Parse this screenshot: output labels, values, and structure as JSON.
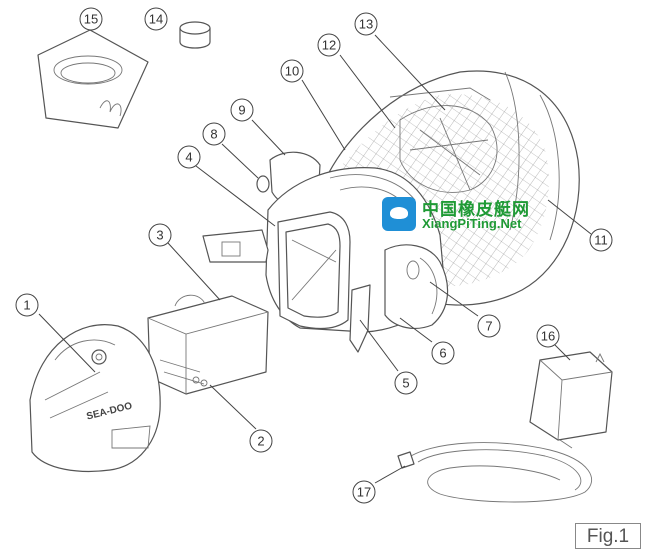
{
  "figure": {
    "label": "Fig.1",
    "callouts": [
      "1",
      "2",
      "3",
      "4",
      "5",
      "6",
      "7",
      "8",
      "9",
      "10",
      "11",
      "12",
      "13",
      "14",
      "15",
      "16",
      "17"
    ]
  },
  "brand_mark": "SEA-DOO",
  "watermark": {
    "cn": "中国橡皮艇网",
    "en": "XiangPiTing.Net",
    "color": "#1f9a35",
    "logo_color": "#1f8fd6"
  }
}
